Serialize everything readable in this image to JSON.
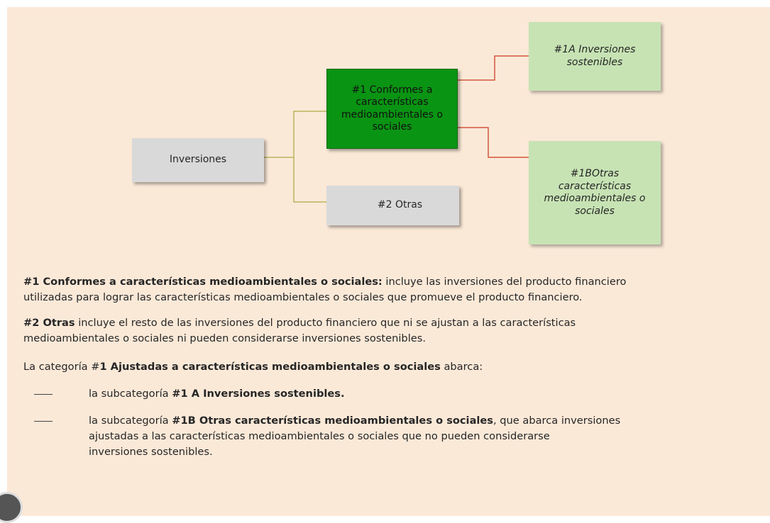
{
  "diagram": {
    "root": "Inversiones",
    "node1": "#1 Conformes a características medioambientales o sociales",
    "node2": "#2 Otras",
    "node1a": "#1A  Inversiones sostenibles",
    "node1b": "#1BOtras características medioambientales o sociales",
    "colors": {
      "background": "#fbe9d8",
      "grey": "#d9d9d9",
      "dark_green": "#0a9413",
      "light_green": "#c7e3b4",
      "connector_olive": "#b8b65a",
      "connector_red": "#d2553c"
    }
  },
  "text": {
    "p1_bold": "#1 Conformes a características medioambientales o sociales:",
    "p1_line1_rest": " incluye las inversiones del producto financiero",
    "p1_line2": "utilizadas para lograr las características medioambientales o sociales que promueve el producto financiero.",
    "p2_bold": "#2 Otras",
    "p2_line1_rest": " incluye el resto de las inversiones del producto financiero que ni se ajustan a las características",
    "p2_line2": "medioambientales o sociales ni pueden considerarse inversiones sostenibles.",
    "p3_pre": "La categoría #",
    "p3_bold": "1 Ajustadas a características medioambientales o sociales",
    "p3_post": " abarca:",
    "b1_pre": "la subcategoría ",
    "b1_bold": "#1 A  Inversiones sostenibles.",
    "b2_pre": "la subcategoría  ",
    "b2_bold": "#1B Otras características medioambientales o sociales",
    "b2_line1_rest": ", que abarca inversiones",
    "b2_line2": "ajustadas a las características medioambientales o sociales que no pueden considerarse",
    "b2_line3": "inversiones sostenibles."
  }
}
